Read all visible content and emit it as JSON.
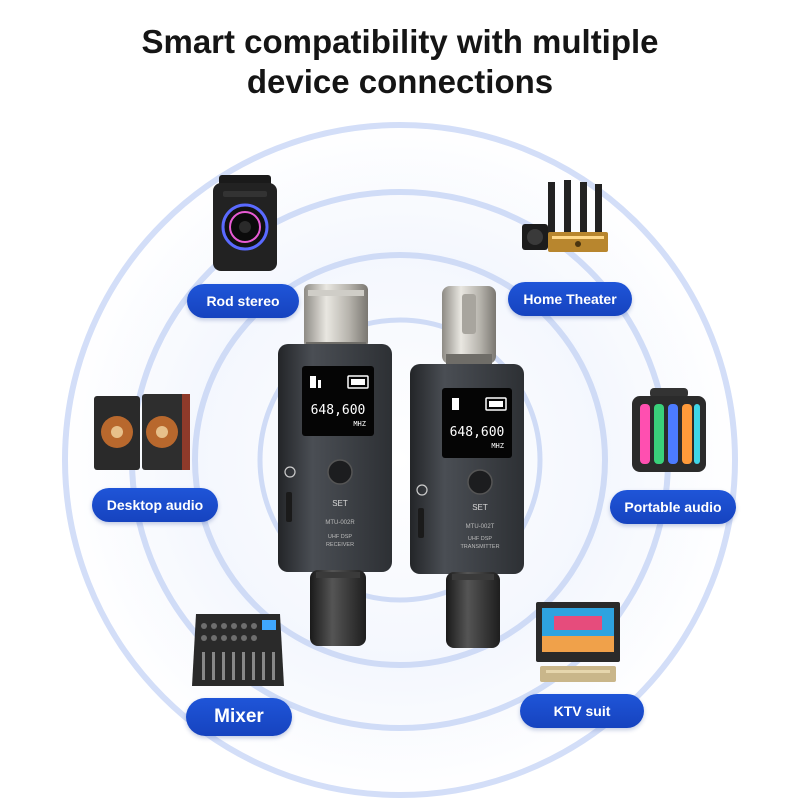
{
  "title": {
    "line1": "Smart compatibility with multiple",
    "line2": "device connections"
  },
  "colors": {
    "label_bg": "#1d50d4",
    "ring": "#c7d6f7",
    "device_body": "#3a3d42"
  },
  "devices": [
    {
      "id": "rod-stereo",
      "label": "Rod stereo",
      "icon": "party-speaker-icon"
    },
    {
      "id": "home-theater",
      "label": "Home Theater",
      "icon": "home-theater-icon"
    },
    {
      "id": "desktop-audio",
      "label": "Desktop audio",
      "icon": "bookshelf-speakers-icon"
    },
    {
      "id": "portable-audio",
      "label": "Portable audio",
      "icon": "led-speaker-icon"
    },
    {
      "id": "mixer",
      "label": "Mixer",
      "icon": "mixer-console-icon"
    },
    {
      "id": "ktv-suit",
      "label": "KTV suit",
      "icon": "ktv-screen-icon"
    }
  ],
  "receiver": {
    "frequency": "648,600",
    "unit": "MHZ",
    "button": "SET",
    "model": "MTU-002R",
    "type_line1": "UHF DSP",
    "type_line2": "RECEIVER"
  },
  "transmitter": {
    "frequency": "648,600",
    "unit": "MHZ",
    "button": "SET",
    "model": "MTU-002T",
    "type_line1": "UHF DSP",
    "type_line2": "TRANSMITTER"
  }
}
